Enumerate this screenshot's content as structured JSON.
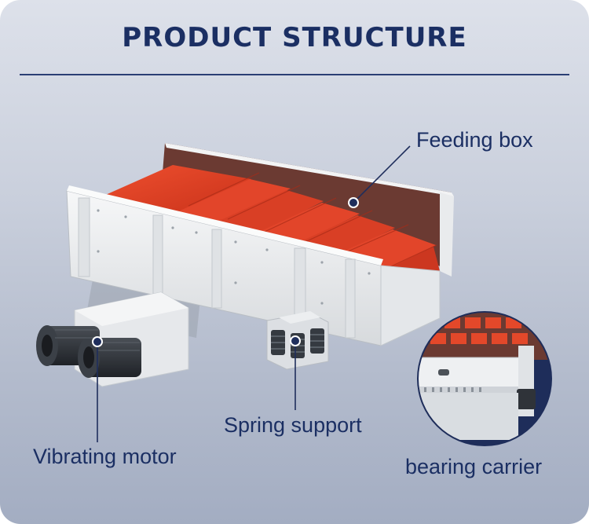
{
  "title": "PRODUCT  STRUCTURE",
  "colors": {
    "title": "#1b2f63",
    "accent": "#1f2e5c",
    "liner": "#e04226",
    "frame": "#eef0f2",
    "motor": "#2b2f35"
  },
  "callouts": {
    "feeding_box": "Feeding box",
    "spring_support": "Spring support",
    "vibrating_motor": "Vibrating motor",
    "bearing_carrier": "bearing carrier"
  }
}
